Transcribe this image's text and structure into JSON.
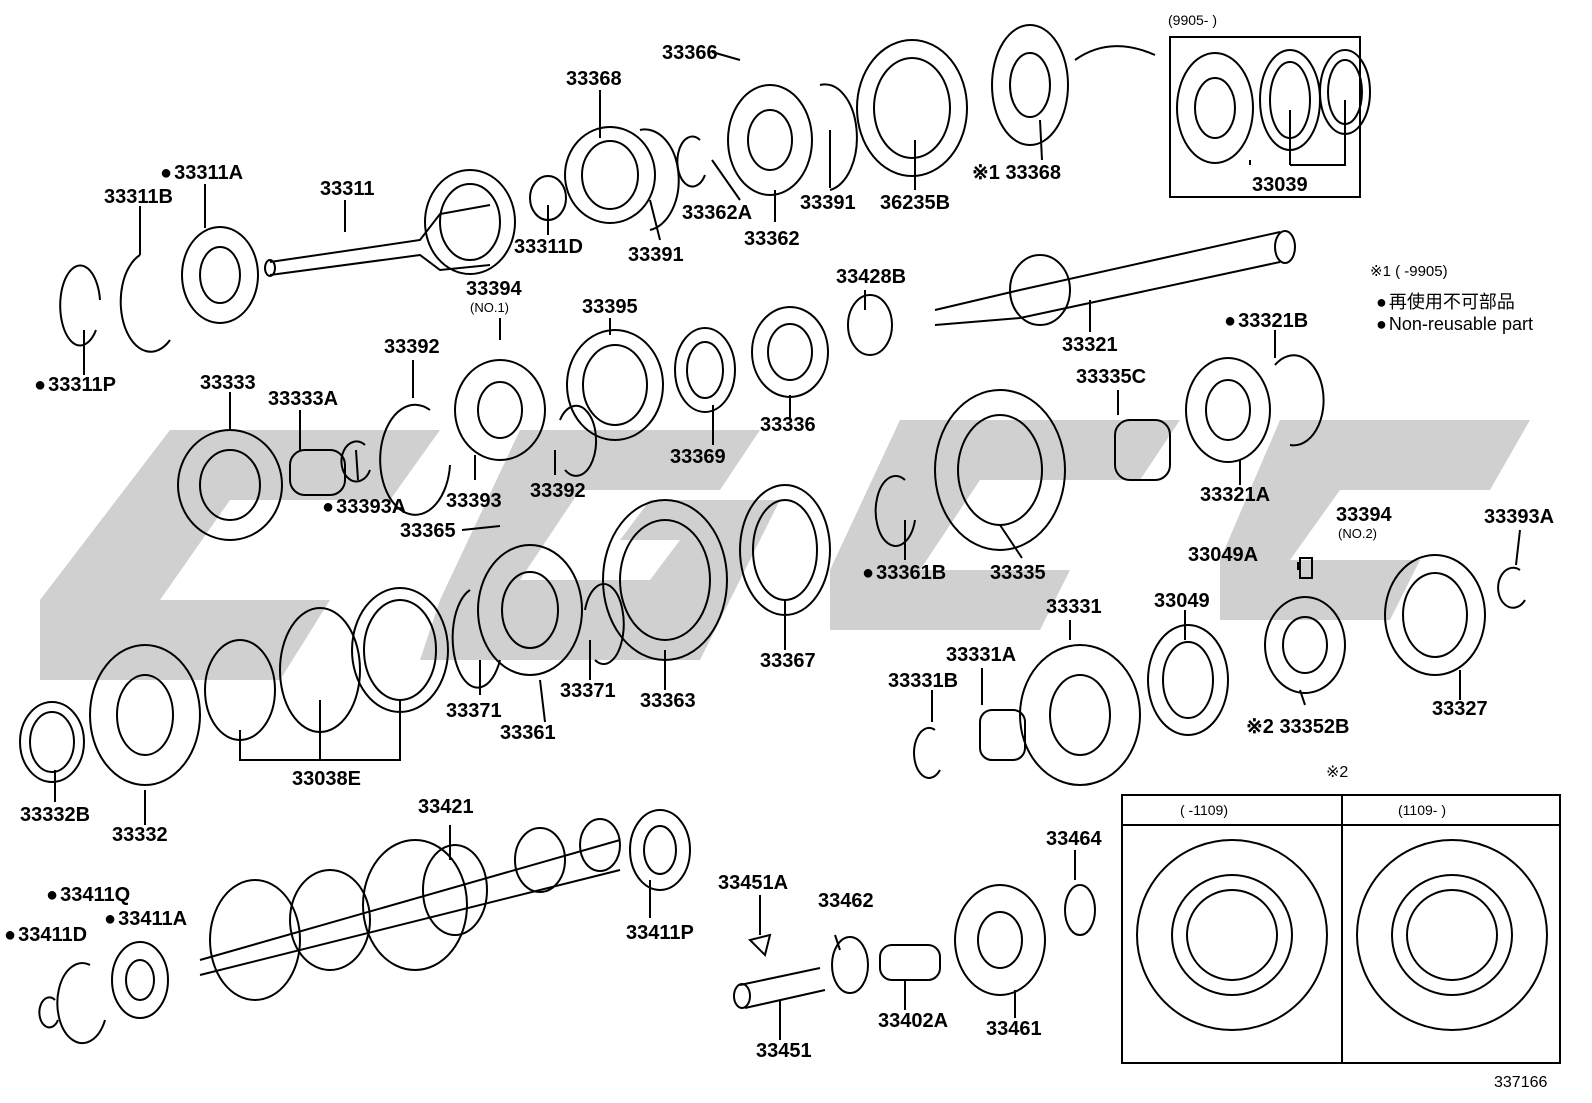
{
  "figure_id": "337166",
  "notes": {
    "note1": "※1 (     -9905)",
    "note1_dot": "再使用不可部品",
    "note1_text": "Non-reusable part",
    "inset_top": "(9905-      )",
    "inset_left": "(     -1109)",
    "inset_right": "(1109-      )",
    "note2_mark": "※2"
  },
  "parts": {
    "p33366": "33366",
    "p33368a": "33368",
    "p33311a": "33311A",
    "p33311b": "33311B",
    "p33311": "33311",
    "p33311d": "33311D",
    "p33391a": "33391",
    "p33362a": "33362A",
    "p33362": "33362",
    "p33391b": "33391",
    "p36235b": "36235B",
    "p33368b": "※1 33368",
    "p33039": "33039",
    "p33311p": "33311P",
    "p33394a": "33394",
    "p33394a_sub": "(NO.1)",
    "p33395": "33395",
    "p33392a": "33392",
    "p33333": "33333",
    "p33333a": "33333A",
    "p33393a1": "33393A",
    "p33393": "33393",
    "p33392b": "33392",
    "p33369": "33369",
    "p33336": "33336",
    "p33428b": "33428B",
    "p33321": "33321",
    "p33321b": "33321B",
    "p33335c": "33335C",
    "p33321a": "33321A",
    "p33361b": "33361B",
    "p33335": "33335",
    "p33394b": "33394",
    "p33394b_sub": "(NO.2)",
    "p33393a2": "33393A",
    "p33049a": "33049A",
    "p33049": "33049",
    "p33331": "33331",
    "p33331a": "33331A",
    "p33331b": "33331B",
    "p33352b": "※2 33352B",
    "p33327": "33327",
    "p33365": "33365",
    "p33371a": "33371",
    "p33361": "33361",
    "p33371b": "33371",
    "p33363": "33363",
    "p33367": "33367",
    "p33038e": "33038E",
    "p33332b": "33332B",
    "p33332": "33332",
    "p33421": "33421",
    "p33411p": "33411P",
    "p33411q": "33411Q",
    "p33411a": "33411A",
    "p33411d": "33411D",
    "p33451a": "33451A",
    "p33462": "33462",
    "p33464": "33464",
    "p33451": "33451",
    "p33402a": "33402A",
    "p33461": "33461"
  },
  "colors": {
    "watermark": "#c8c8c8",
    "ink": "#000000"
  }
}
